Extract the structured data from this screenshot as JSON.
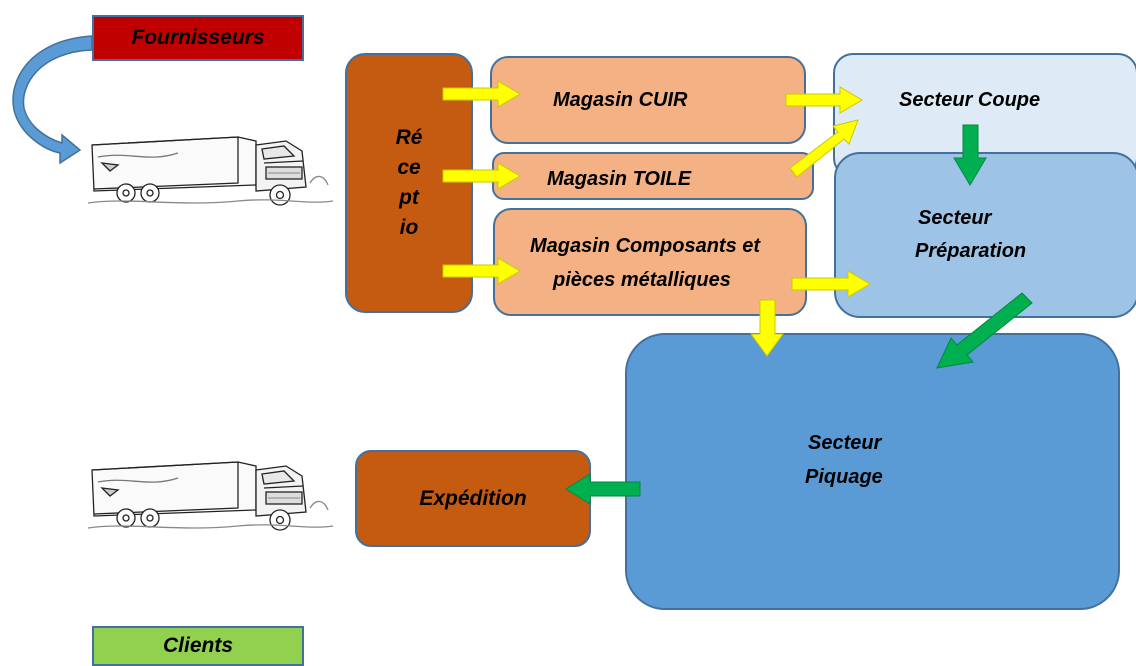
{
  "nodes": {
    "fournisseurs": "Fournisseurs",
    "clients": "Clients",
    "reception_lines": [
      "Ré",
      "ce",
      "pt",
      "io"
    ],
    "magasin_cuir": "Magasin CUIR",
    "magasin_toile": "Magasin TOILE",
    "magasin_composants_line1": "Magasin Composants et",
    "magasin_composants_line2": "pièces métalliques",
    "secteur_coupe": "Secteur Coupe",
    "secteur_preparation_line1": "Secteur",
    "secteur_preparation_line2": "Préparation",
    "secteur_piquage_line1": "Secteur",
    "secteur_piquage_line2": "Piquage",
    "expedition": "Expédition"
  },
  "colors": {
    "fournisseurs": "#c00000",
    "clients": "#92d050",
    "reception": "#c55a11",
    "expedition": "#c55a11",
    "magasin": "#f4b183",
    "secteur_coupe": "#deebf7",
    "secteur_preparation": "#9dc3e6",
    "secteur_piquage": "#5b9bd5",
    "arrow_yellow": "#ffff00",
    "arrow_green": "#00b050",
    "curved_arrow": "#5b9bd5"
  },
  "icons": {
    "truck_top": "truck-icon",
    "truck_bottom": "truck-icon"
  }
}
